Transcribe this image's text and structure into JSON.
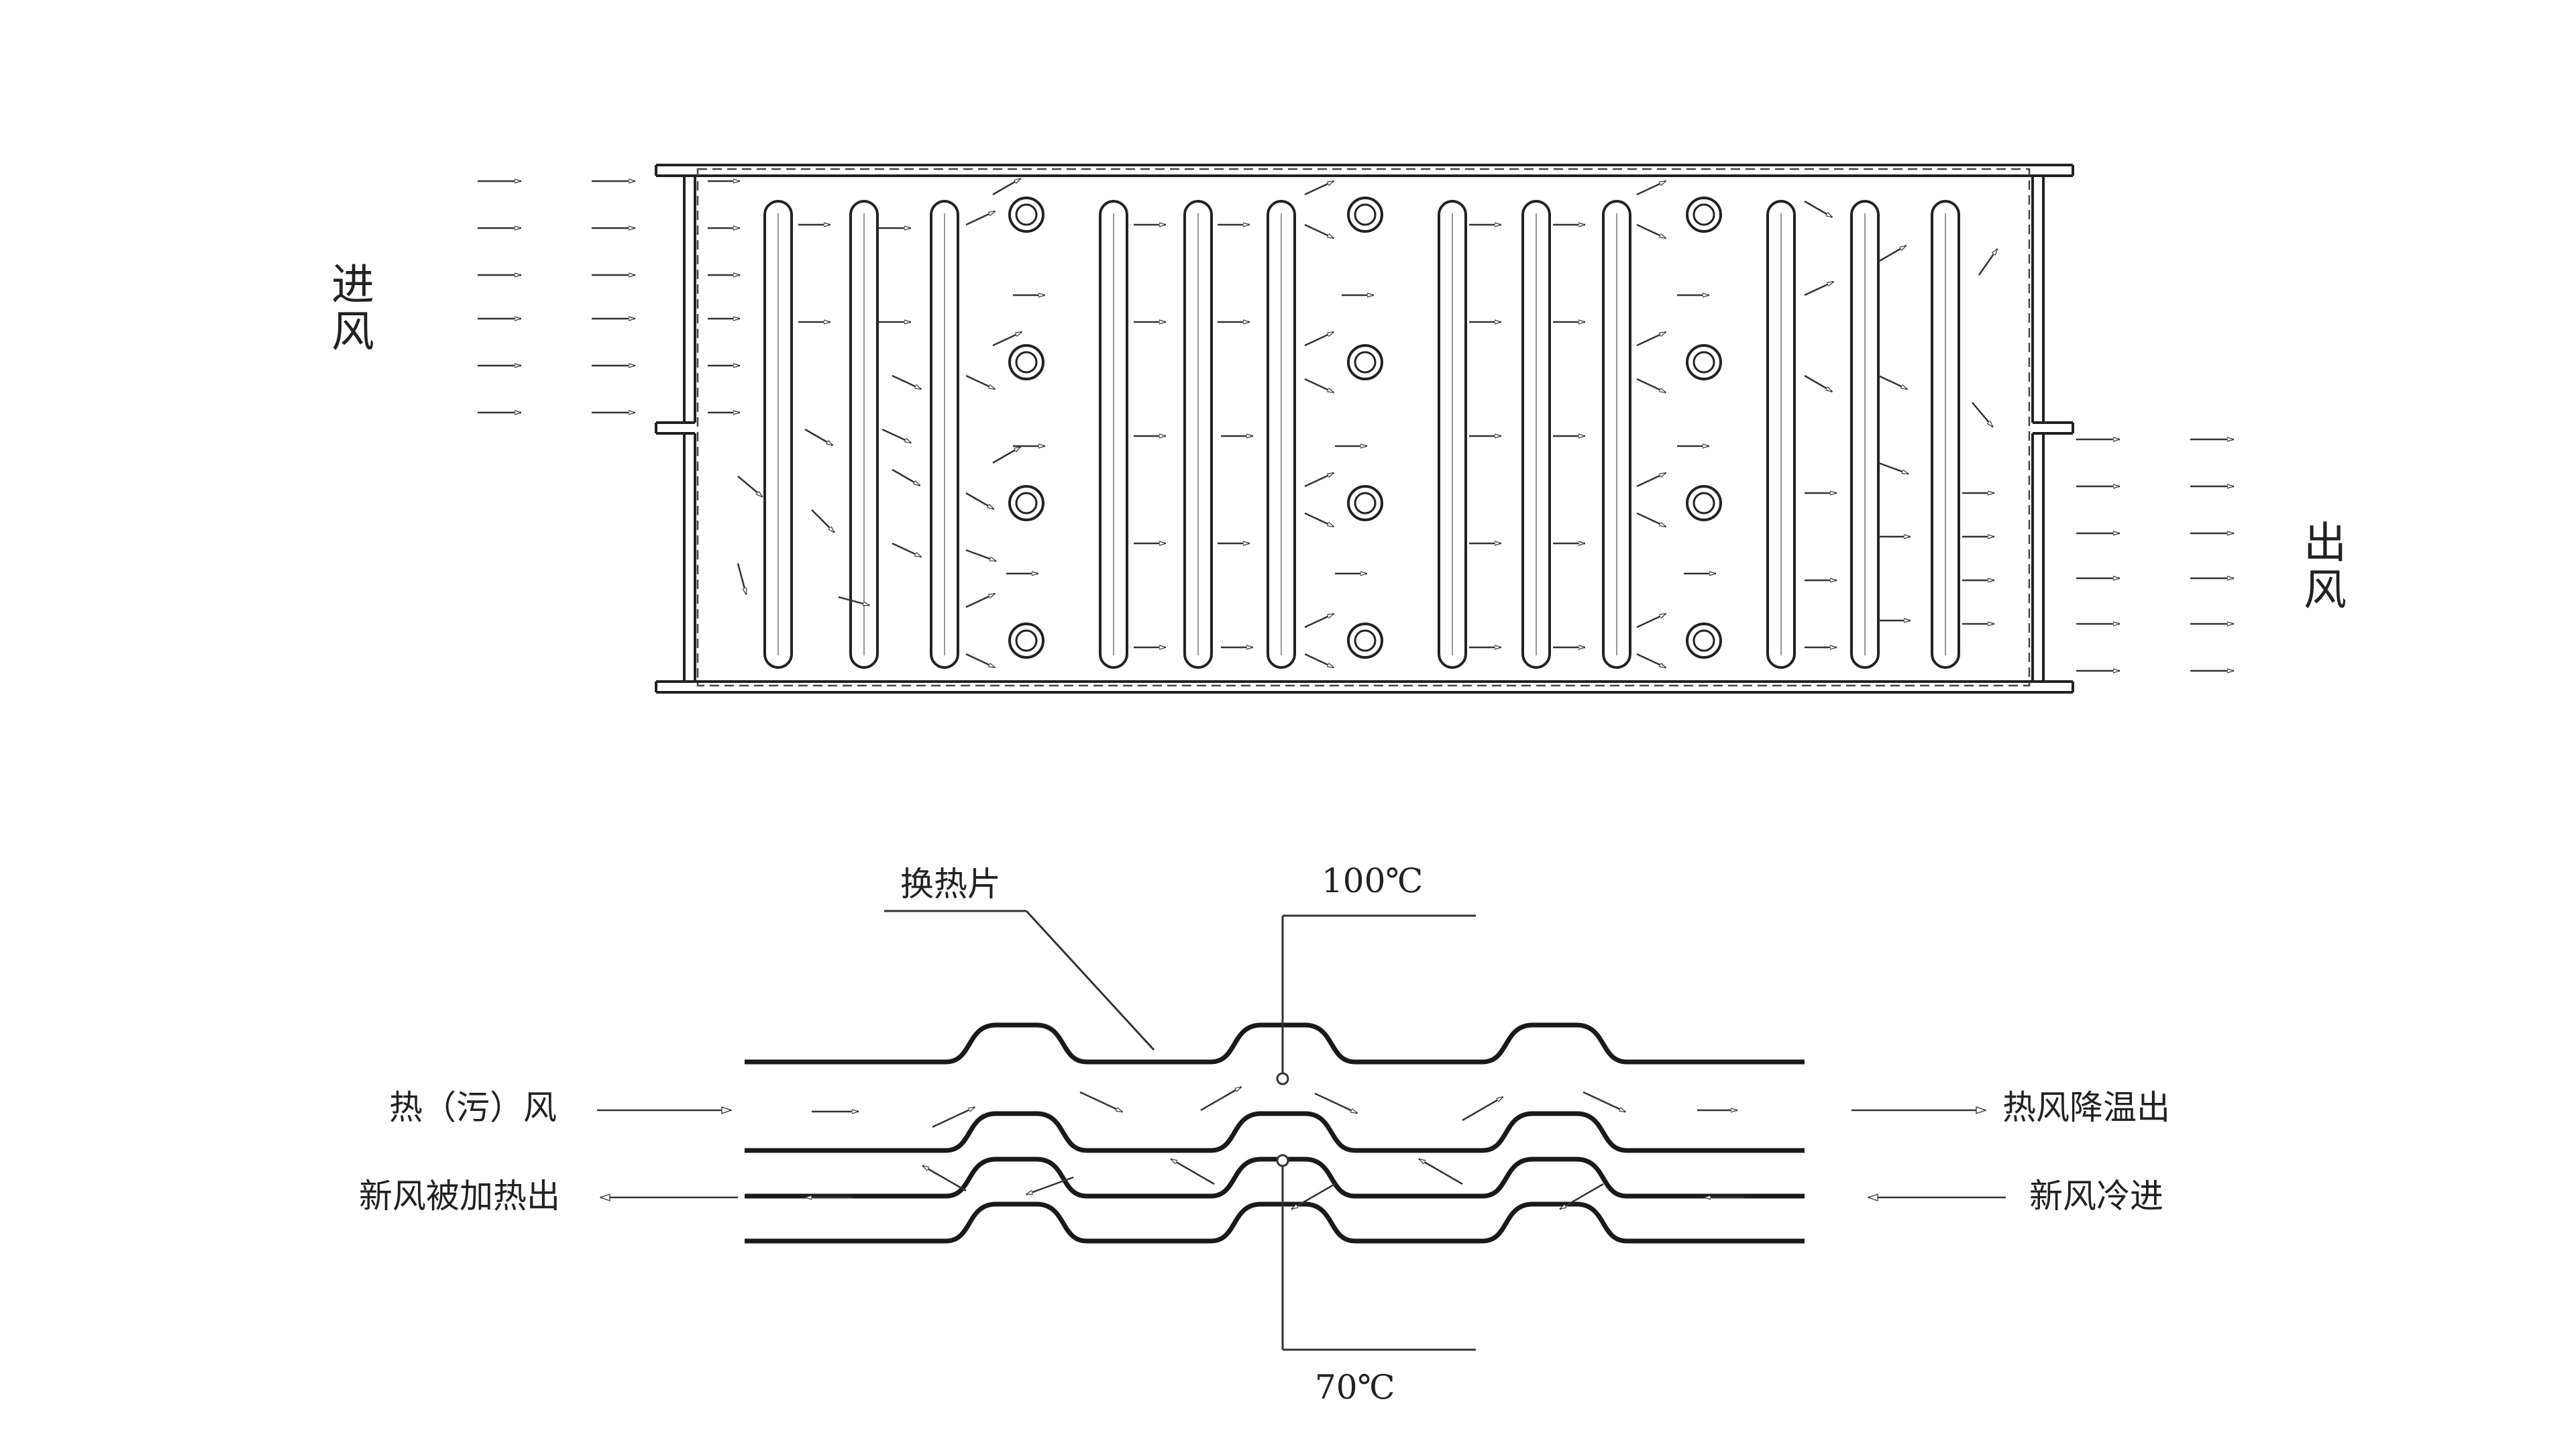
{
  "top": {
    "inlet_label": "进风",
    "outlet_label": "出风"
  },
  "bottom": {
    "fin_label": "换热片",
    "temp_high": "100℃",
    "temp_low": "70℃",
    "hot_in_label": "热（污）风",
    "hot_out_label": "热风降温出",
    "fresh_out_label": "新风被加热出",
    "fresh_in_label": "新风冷进"
  },
  "colors": {
    "line": "#222222",
    "background": "#ffffff"
  }
}
